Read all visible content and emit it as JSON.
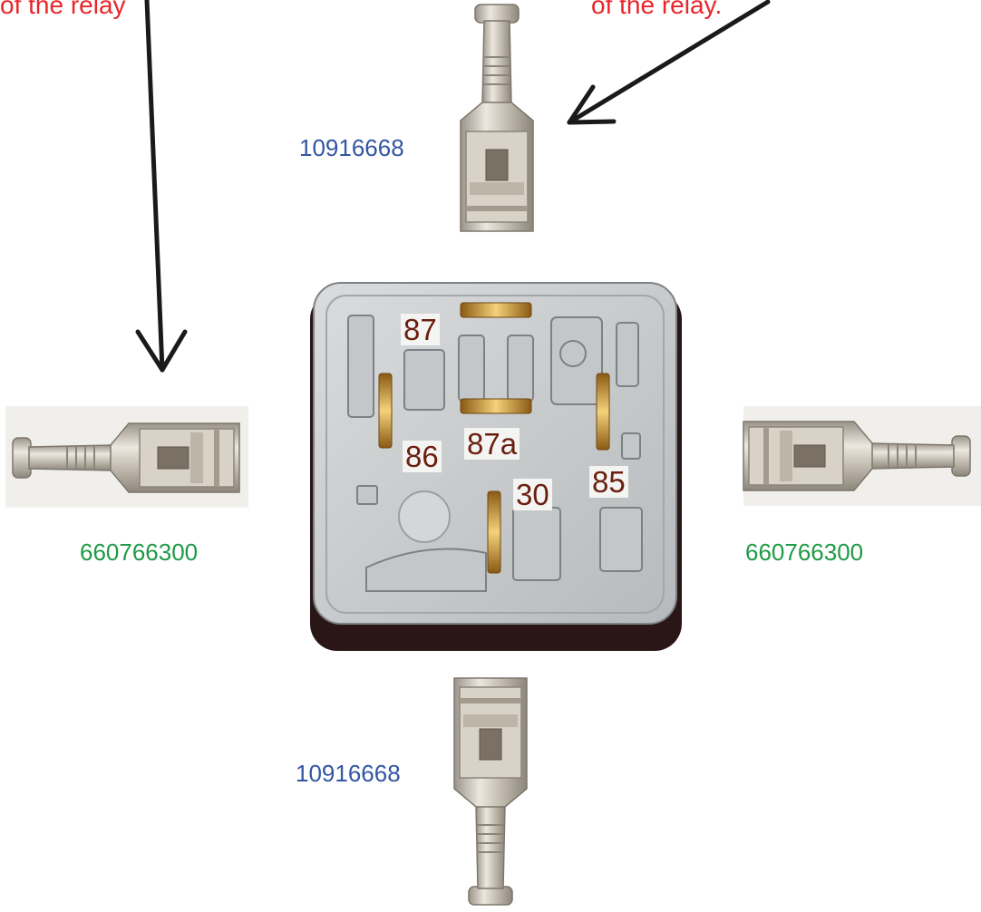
{
  "annotations": {
    "left_note": "of the relay",
    "right_note": "of the relay.",
    "note_color": "#e8262b"
  },
  "part_numbers": {
    "top": "10916668",
    "bottom": "10916668",
    "left": "660766300",
    "right": "660766300",
    "top_bottom_color": "#3355a3",
    "left_right_color": "#1f9a45"
  },
  "relay": {
    "pins": {
      "p87": "87",
      "p87a": "87a",
      "p86": "86",
      "p85": "85",
      "p30": "30"
    },
    "label_color": "#6b1f10"
  }
}
